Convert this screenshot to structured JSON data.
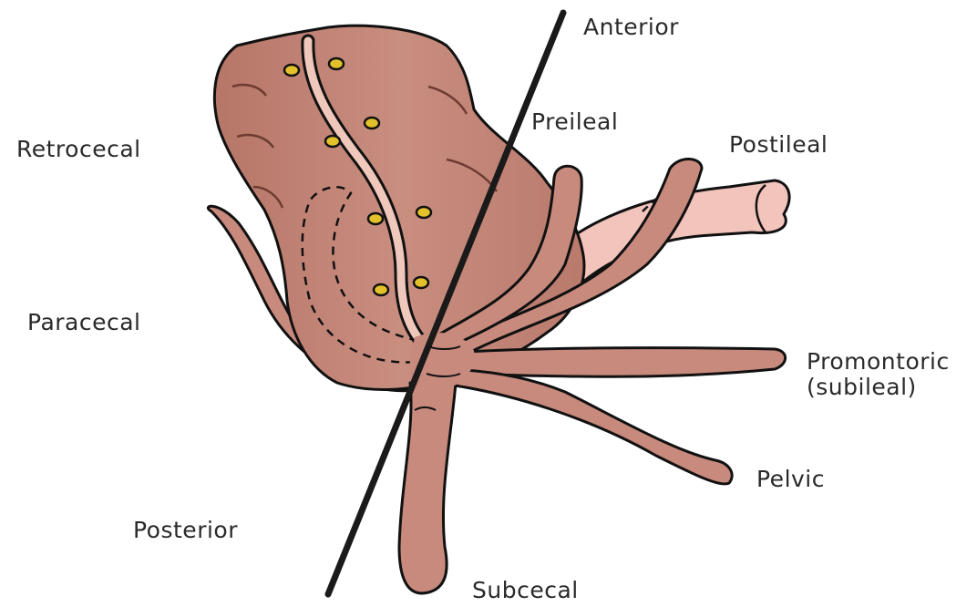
{
  "labels": {
    "anterior": "Anterior",
    "preileal": "Preileal",
    "postileal": "Postileal",
    "retrocecal": "Retrocecal",
    "paracecal": "Paracecal",
    "promontoric": "Promontoric",
    "subileal": "(subileal)",
    "pelvic": "Pelvic",
    "posterior": "Posterior",
    "subcecal": "Subcecal"
  },
  "colors": {
    "tissue": "#c88a7d",
    "tissue_dark": "#a8685c",
    "tissue_light": "#efc7bb",
    "ileum": "#f2c4bb",
    "outline": "#111111",
    "node": "#e3c12a"
  }
}
